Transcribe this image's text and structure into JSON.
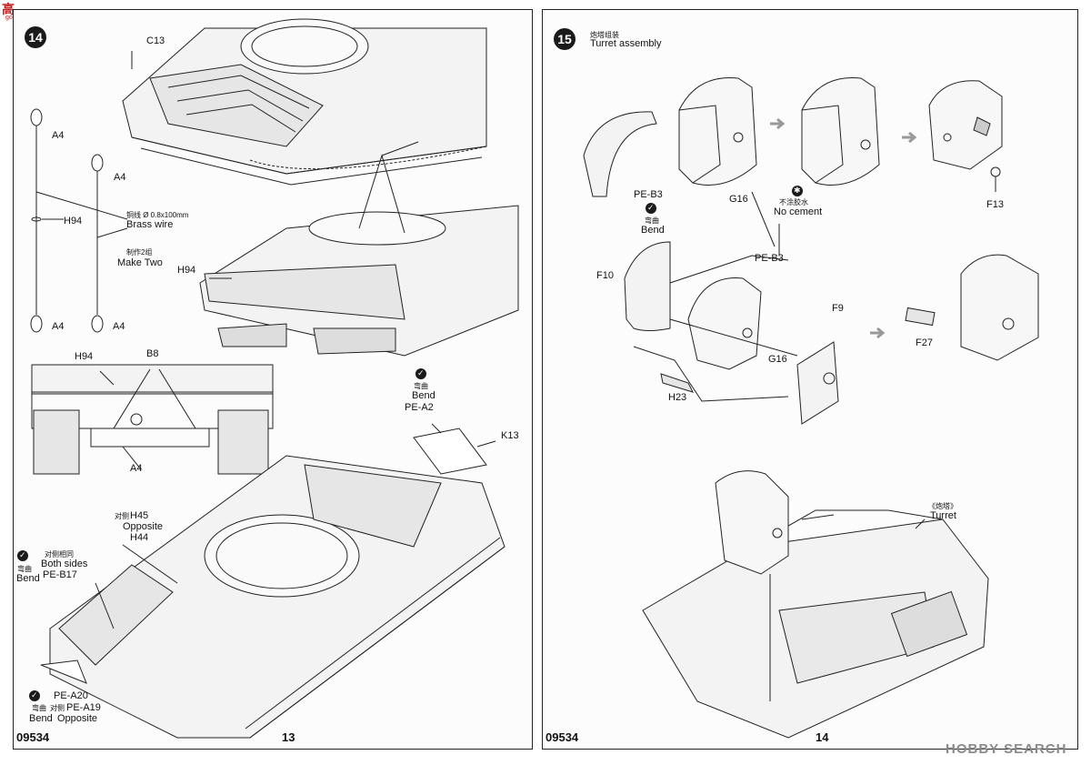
{
  "site_logo": {
    "text": "高",
    "sub": "goo-shop.com"
  },
  "left_page": {
    "step_number": "14",
    "footer_code": "09534",
    "page_number": "13",
    "labels": {
      "c13": "C13",
      "a4_1": "A4",
      "a4_2": "A4",
      "a4_3": "A4",
      "a4_4": "A4",
      "a4_5": "A4",
      "h94_1": "H94",
      "h94_2": "H94",
      "h94_3": "H94",
      "b8": "B8",
      "k13": "K13",
      "h45": "H45",
      "h44": "H44",
      "pe_a2": "PE-A2",
      "pe_b17": "PE-B17",
      "pe_a20": "PE-A20",
      "pe_a19": "PE-A19"
    },
    "wire_note": {
      "cn": "铜线 Ø 0.8x100mm",
      "en": "Brass wire"
    },
    "make_two": {
      "cn": "制作2组",
      "en": "Make Two"
    },
    "bend_1": {
      "cn": "弯曲",
      "en": "Bend"
    },
    "opposite_h45": {
      "cn": "对侧",
      "en": "Opposite"
    },
    "both_sides": {
      "cn": "对侧相同",
      "en": "Both sides"
    },
    "bend_2": {
      "cn": "弯曲",
      "en": "Bend"
    },
    "bend_3": {
      "cn": "弯曲",
      "en": "Bend"
    },
    "opposite_a19": {
      "cn": "对侧",
      "en": "Opposite"
    }
  },
  "right_page": {
    "step_number": "15",
    "title_cn": "炮塔组装",
    "title_en": "Turret assembly",
    "footer_code": "09534",
    "page_number": "14",
    "labels": {
      "pe_b3_1": "PE-B3",
      "pe_b3_2": "PE-B3",
      "g16_1": "G16",
      "g16_2": "G16",
      "f13": "F13",
      "f10": "F10",
      "f9": "F9",
      "f27": "F27",
      "h23": "H23"
    },
    "bend": {
      "cn": "弯曲",
      "en": "Bend"
    },
    "no_cement": {
      "cn": "不涂胶水",
      "en": "No cement"
    },
    "turret": {
      "cn": "《炮塔》",
      "en": "Turret"
    }
  },
  "watermark": "HOBBY SEARCH"
}
